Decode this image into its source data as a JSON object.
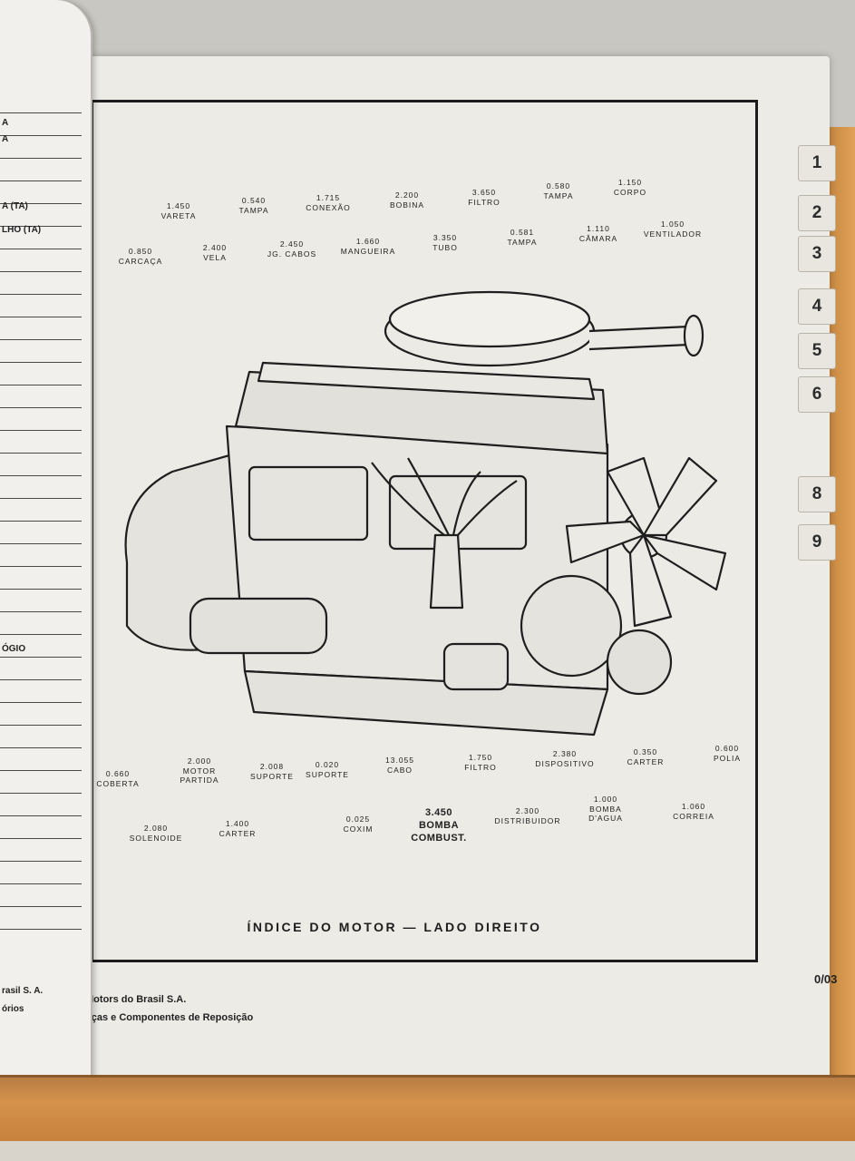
{
  "caption": "ÍNDICE DO MOTOR — LADO DIREITO",
  "page_number": "0/03",
  "publisher": {
    "line1": "General Motors do Brasil S.A.",
    "line2": "Depto. Peças e Componentes de Reposição"
  },
  "left_page_fragments": [
    "A",
    "A",
    "A (TA)",
    "LHO (TA)",
    "ÓGIO",
    "rasil S. A.",
    "órios"
  ],
  "tabs": [
    "1",
    "2",
    "3",
    "4",
    "5",
    "6",
    "8",
    "9"
  ],
  "top_labels": [
    {
      "num": "0.850",
      "name": "CARCAÇA"
    },
    {
      "num": "1.450",
      "name": "VARETA"
    },
    {
      "num": "2.400",
      "name": "VELA"
    },
    {
      "num": "0.540",
      "name": "TAMPA"
    },
    {
      "num": "2.450",
      "name": "JG. CABOS"
    },
    {
      "num": "1.715",
      "name": "CONEXÃO"
    },
    {
      "num": "1.660",
      "name": "MANGUEIRA"
    },
    {
      "num": "2.200",
      "name": "BOBINA"
    },
    {
      "num": "3.350",
      "name": "TUBO"
    },
    {
      "num": "3.650",
      "name": "FILTRO"
    },
    {
      "num": "0.581",
      "name": "TAMPA"
    },
    {
      "num": "0.580",
      "name": "TAMPA"
    },
    {
      "num": "1.110",
      "name": "CÂMARA"
    },
    {
      "num": "1.150",
      "name": "CORPO"
    },
    {
      "num": "1.050",
      "name": "VENTILADOR"
    }
  ],
  "bottom_labels": [
    {
      "num": "0.660",
      "name": "COBERTA"
    },
    {
      "num": "2.080",
      "name": "SOLENOIDE"
    },
    {
      "num": "2.000",
      "name": "MOTOR\nPARTIDA"
    },
    {
      "num": "1.400",
      "name": "CARTER"
    },
    {
      "num": "2.008",
      "name": "SUPORTE"
    },
    {
      "num": "0.020",
      "name": "SUPORTE"
    },
    {
      "num": "0.025",
      "name": "COXIM"
    },
    {
      "num": "13.055",
      "name": "CABO"
    },
    {
      "num": "3.450",
      "name": "BOMBA\nCOMBUST."
    },
    {
      "num": "1.750",
      "name": "FILTRO"
    },
    {
      "num": "2.300",
      "name": "DISTRIBUIDOR"
    },
    {
      "num": "2.380",
      "name": "DISPOSITIVO"
    },
    {
      "num": "1.000",
      "name": "BOMBA\nD'AGUA"
    },
    {
      "num": "0.350",
      "name": "CARTER"
    },
    {
      "num": "1.060",
      "name": "CORREIA"
    },
    {
      "num": "0.600",
      "name": "POLIA"
    }
  ]
}
